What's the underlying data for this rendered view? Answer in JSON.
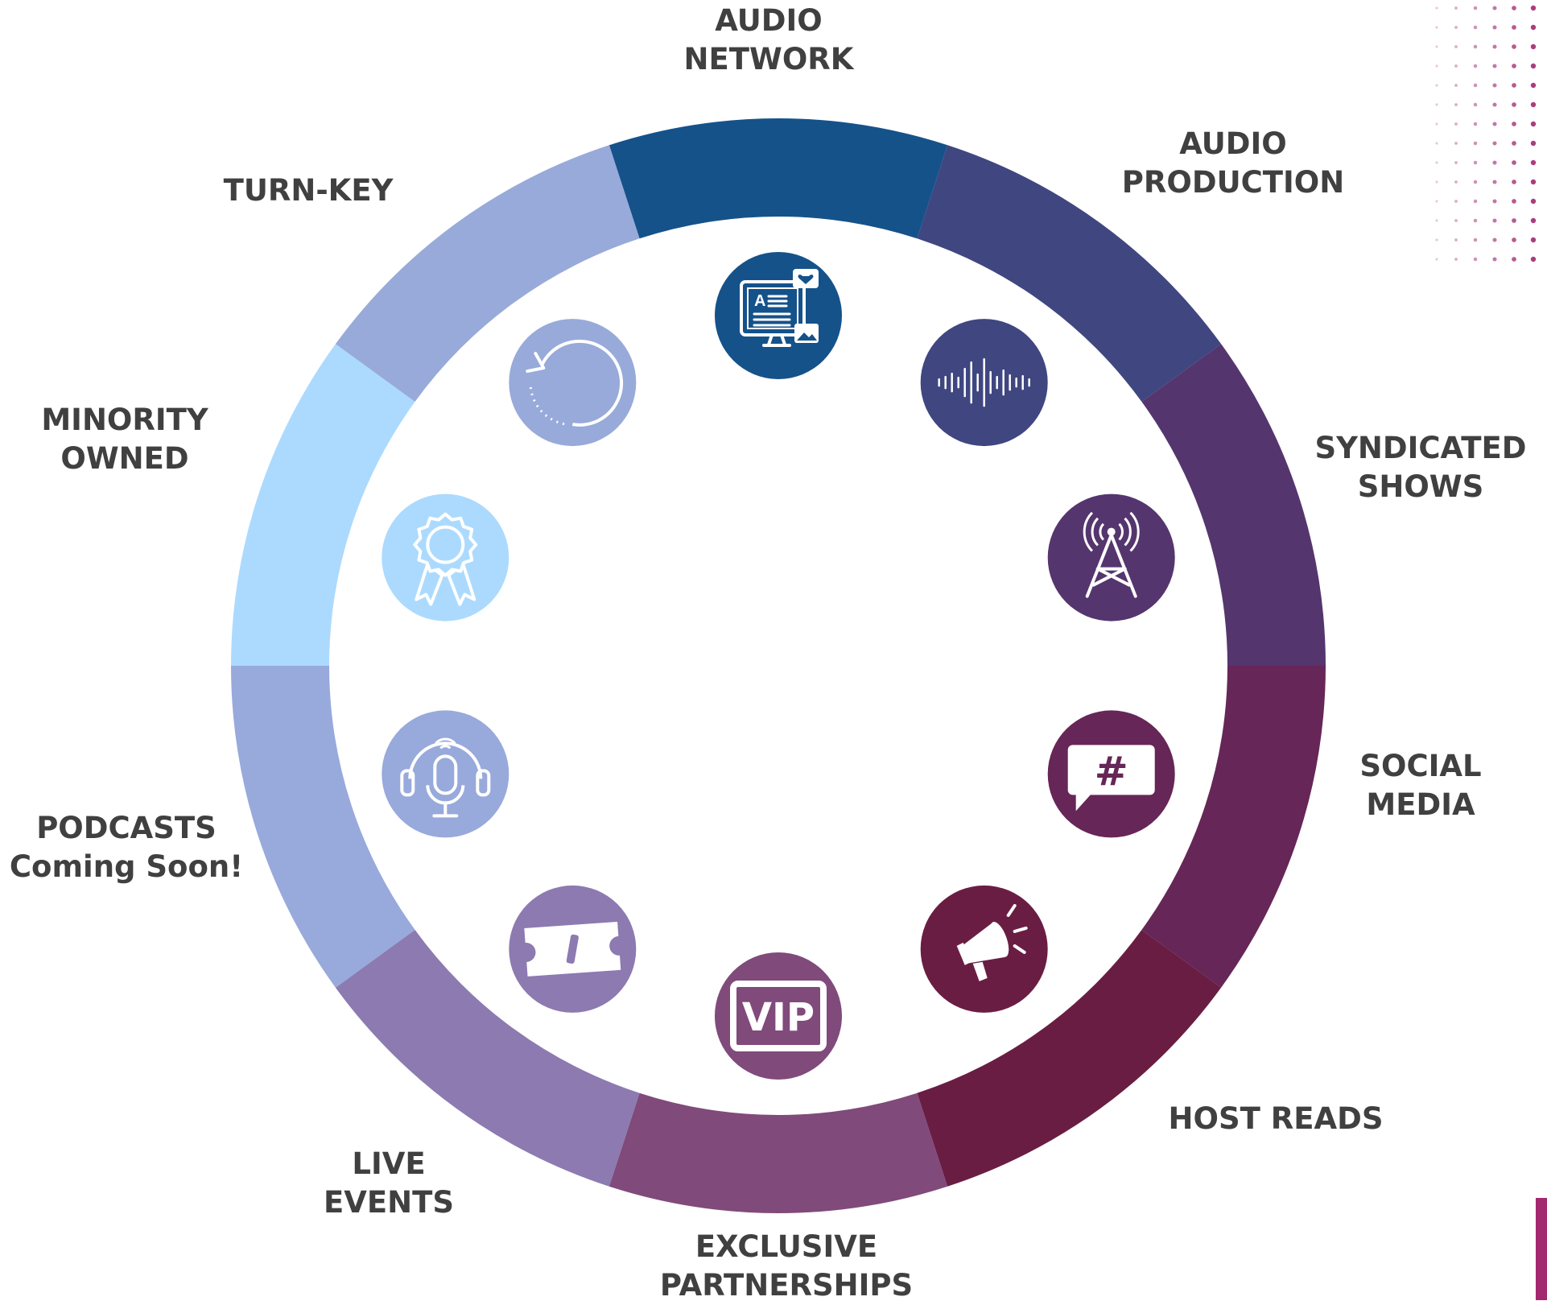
{
  "colors": {
    "text": "#404040",
    "accent_magenta": "#a2286f"
  },
  "segments": [
    {
      "id": "audio-network",
      "color": "#15528a",
      "icon": "news-monitor-icon",
      "icon_color": "#15528a",
      "lines": [
        "AUDIO",
        "NETWORK"
      ]
    },
    {
      "id": "audio-production",
      "color": "#3f4680",
      "icon": "sound-wave-icon",
      "icon_color": "#3f4680",
      "lines": [
        "AUDIO",
        "PRODUCTION"
      ]
    },
    {
      "id": "syndicated-shows",
      "color": "#55356e",
      "icon": "radio-tower-icon",
      "icon_color": "#55356e",
      "lines": [
        "SYNDICATED",
        "SHOWS"
      ]
    },
    {
      "id": "social-media",
      "color": "#662657",
      "icon": "hashtag-bubble-icon",
      "icon_color": "#662657",
      "lines": [
        "SOCIAL",
        "MEDIA"
      ]
    },
    {
      "id": "host-reads",
      "color": "#6a1d42",
      "icon": "megaphone-icon",
      "icon_color": "#6a1d42",
      "lines": [
        "HOST READS"
      ]
    },
    {
      "id": "exclusive-partnerships",
      "color": "#804a7b",
      "icon": "vip-icon",
      "icon_color": "#804a7b",
      "lines": [
        "EXCLUSIVE",
        "PARTNERSHIPS"
      ]
    },
    {
      "id": "live-events",
      "color": "#8c7ab1",
      "icon": "ticket-icon",
      "icon_color": "#8c7ab1",
      "lines": [
        "LIVE",
        "EVENTS"
      ]
    },
    {
      "id": "podcasts",
      "color": "#98a9db",
      "icon": "podcast-mic-icon",
      "icon_color": "#98a9db",
      "lines": [
        "PODCASTS",
        "Coming Soon!"
      ]
    },
    {
      "id": "minority-owned",
      "color": "#abdafe",
      "icon": "award-ribbon-icon",
      "icon_color": "#abdafe",
      "lines": [
        "MINORITY",
        "OWNED"
      ]
    },
    {
      "id": "turn-key",
      "color": "#98aad9",
      "icon": "refresh-icon",
      "icon_color": "#98aad9",
      "lines": [
        "TURN-KEY"
      ]
    }
  ]
}
